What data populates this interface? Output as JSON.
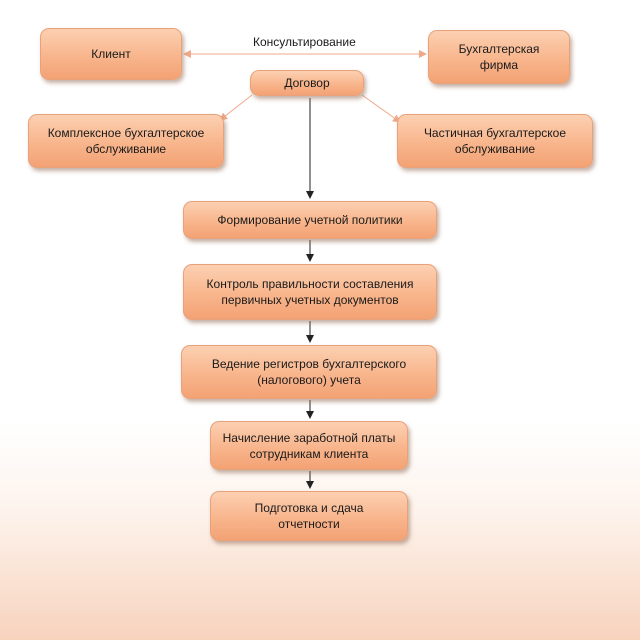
{
  "nodes": {
    "client": "Клиент",
    "firm": "Бухгалтерская\nфирма",
    "contract": "Договор",
    "complex": "Комплексное бухгалтерское\nобслуживание",
    "partial": "Частичная бухгалтерское\nобслуживание",
    "policy": "Формирование учетной политики",
    "control": "Контроль правильности составления\nпервичных учетных документов",
    "registers": "Ведение регистров бухгалтерского\n(налогового) учета",
    "payroll": "Начисление заработной платы\nсотрудникам клиента",
    "reporting": "Подготовка и сдача\nотчетности"
  },
  "edges": {
    "consulting_label": "Консультирование"
  },
  "colors": {
    "box_fill": "#f8b58c",
    "box_border": "#e7a27b",
    "light_arrow": "#f0a88a",
    "dark_arrow": "#222222"
  }
}
